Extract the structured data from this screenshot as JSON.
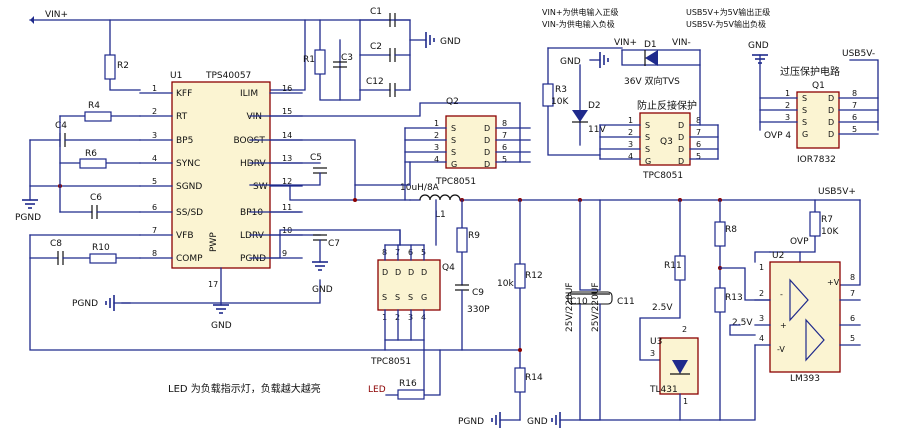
{
  "nets": {
    "vin_plus": "VIN+",
    "gnd": "GND",
    "pgnd": "PGND",
    "usb5v_plus": "USB5V+",
    "usb5v_minus": "USB5V-",
    "ovp": "OVP",
    "v25": "2.5V",
    "led": "LED",
    "vin_minus": "VIN-",
    "vin_plus_d1": "VIN+"
  },
  "notes": {
    "vin_line1": "VIN+为供电输入正级",
    "vin_line2": "VIN-为供电输入负极",
    "usb_line1": "USB5V+为5V输出正级",
    "usb_line2": "USB5V-为5V输出负极",
    "reverse_protect": "防止反接保护",
    "overvoltage": "过压保护电路",
    "led_note": "LED 为负载指示灯，负载越大越亮",
    "tvs": "36V 双向TVS"
  },
  "u1": {
    "ref": "U1",
    "part": "TPS40057",
    "pwp": "PWP",
    "left_pins": [
      {
        "num": "1",
        "name": "KFF"
      },
      {
        "num": "2",
        "name": "RT"
      },
      {
        "num": "3",
        "name": "BP5"
      },
      {
        "num": "4",
        "name": "SYNC"
      },
      {
        "num": "5",
        "name": "SGND"
      },
      {
        "num": "6",
        "name": "SS/SD"
      },
      {
        "num": "7",
        "name": "VFB"
      },
      {
        "num": "8",
        "name": "COMP"
      }
    ],
    "right_pins": [
      {
        "num": "16",
        "name": "ILIM"
      },
      {
        "num": "15",
        "name": "VIN"
      },
      {
        "num": "14",
        "name": "BOOST"
      },
      {
        "num": "13",
        "name": "HDRV"
      },
      {
        "num": "12",
        "name": "SW"
      },
      {
        "num": "11",
        "name": "BP10"
      },
      {
        "num": "10",
        "name": "LDRV"
      },
      {
        "num": "9",
        "name": "PGND"
      }
    ],
    "bottom_pin": "17"
  },
  "components": {
    "r1": "R1",
    "r2": "R2",
    "r3": "R3",
    "r4": "R4",
    "r6": "R6",
    "r7": "R7",
    "r8": "R8",
    "r9": "R9",
    "r10": "R10",
    "r11": "R11",
    "r12": "R12",
    "r13": "R13",
    "r14": "R14",
    "r16": "R16",
    "c1": "C1",
    "c2": "C2",
    "c3": "C3",
    "c4": "C4",
    "c5": "C5",
    "c6": "C6",
    "c7": "C7",
    "c8": "C8",
    "c9": "C9",
    "c10": "C10",
    "c11": "C11",
    "c12": "C12",
    "l1": "L1",
    "l1_val": "10uH/8A",
    "q1": "Q1",
    "q2": "Q2",
    "q3": "Q3",
    "q4": "Q4",
    "d1": "D1",
    "d2": "D2",
    "d2_val": "11V",
    "r3_val": "10K",
    "r7_val": "10K",
    "r12_val": "10k",
    "c9_val": "330P",
    "c10_val": "25V/220UF",
    "c11_val": "25V/220UF",
    "u2": "U2",
    "u2_part": "LM393",
    "u3": "U3",
    "u3_part": "TL431",
    "q1_part": "IOR7832",
    "tpc_q2": "TPC8051",
    "tpc_q3": "TPC8051",
    "tpc_q4": "TPC8051"
  },
  "mosfet_pins": {
    "s": "S",
    "g": "G",
    "d": "D",
    "left": [
      "1",
      "2",
      "3",
      "4"
    ],
    "right": [
      "8",
      "7",
      "6",
      "5"
    ],
    "top": [
      "8",
      "7",
      "6",
      "5"
    ]
  },
  "u2_pins": {
    "p1": "1",
    "p2": "2",
    "p3": "3",
    "p4": "4",
    "p5": "5",
    "p6": "6",
    "p7": "7",
    "p8": "8",
    "vplus": "+V",
    "vminus": "-V",
    "minus": "-",
    "plus": "+"
  },
  "u3_pins": {
    "p1": "1",
    "p2": "2",
    "p3": "3"
  },
  "q1_pins": {
    "left": [
      "1",
      "2",
      "3",
      "4"
    ],
    "right": [
      "8",
      "7",
      "6",
      "5"
    ],
    "ovp4": "OVP 4"
  }
}
